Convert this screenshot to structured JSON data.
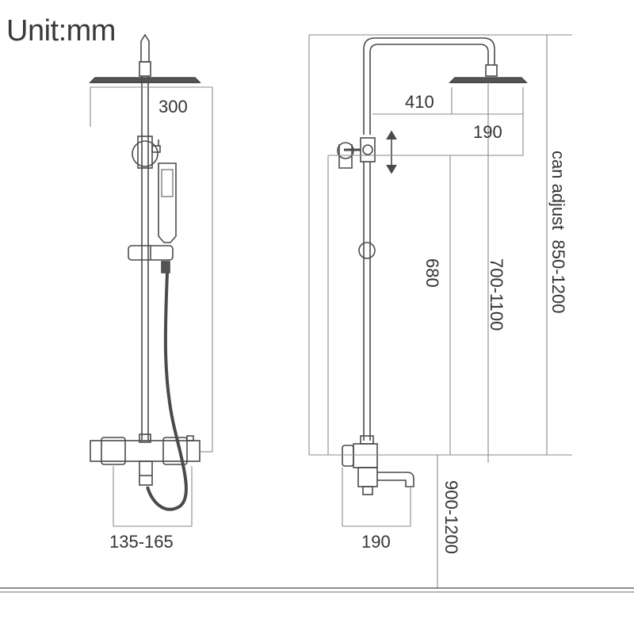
{
  "unit_label": "Unit:mm",
  "front_view": {
    "head_width": "300",
    "mixer_spacing": "135-165"
  },
  "side_view": {
    "arm_length": "410",
    "head_diameter": "190",
    "slide_length": "680",
    "rail_adjust": "700-1100",
    "overall_adjust": "can adjust  850-1200",
    "spout_projection": "190",
    "mounting_height": "900-1200"
  },
  "colors": {
    "line": "#4a4a4a",
    "dim_line": "#8a8a8a",
    "text": "#333333"
  }
}
